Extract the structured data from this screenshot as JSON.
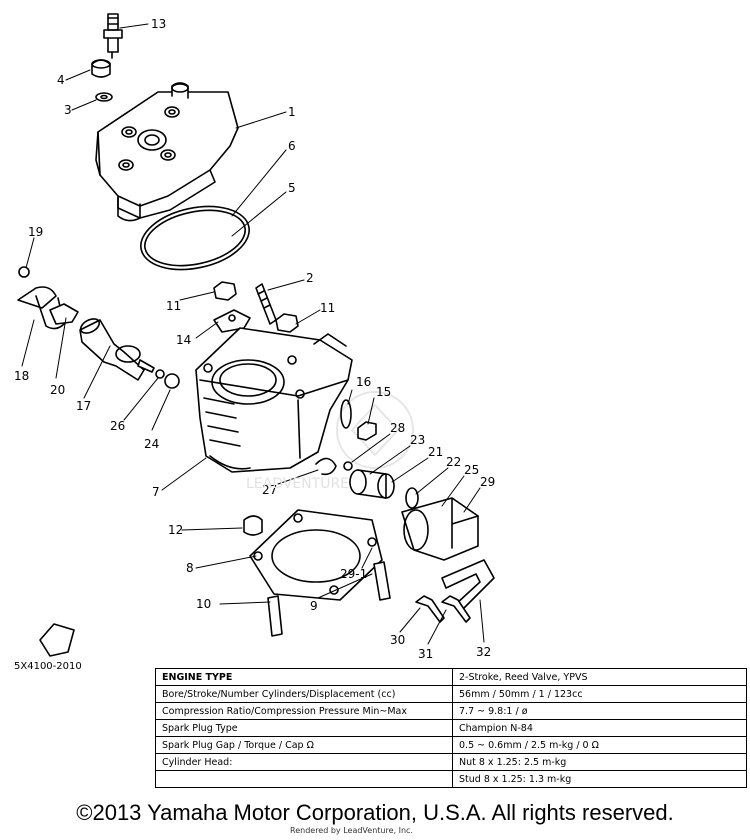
{
  "diagram": {
    "callouts": [
      "13",
      "4",
      "3",
      "1",
      "6",
      "5",
      "19",
      "2",
      "11",
      "11",
      "14",
      "18",
      "20",
      "17",
      "26",
      "24",
      "16",
      "15",
      "28",
      "23",
      "21",
      "22",
      "25",
      "29",
      "27",
      "7",
      "12",
      "8",
      "29-1",
      "9",
      "10",
      "30",
      "31",
      "32"
    ],
    "drawing_code": "5X4100-2010",
    "dealer_watermark": "LEADVENTURE"
  },
  "spec_table": {
    "rows": [
      {
        "label": "ENGINE TYPE",
        "value": "2-Stroke, Reed Valve, YPVS"
      },
      {
        "label": "Bore/Stroke/Number Cylinders/Displacement (cc)",
        "value": "56mm / 50mm / 1 / 123cc"
      },
      {
        "label": "Compression Ratio/Compression Pressure Min~Max",
        "value": "7.7 ~ 9.8:1 / ø"
      },
      {
        "label": "Spark Plug Type",
        "value": "Champion N-84"
      },
      {
        "label": "Spark Plug Gap / Torque / Cap Ω",
        "value": "0.5 ~ 0.6mm / 2.5 m-kg / 0 Ω"
      },
      {
        "label": "Cylinder Head:",
        "value": "Nut   8 x 1.25: 2.5 m-kg"
      },
      {
        "label": "",
        "value": "Stud   8 x 1.25: 1.3 m-kg"
      }
    ]
  },
  "footer": {
    "copyright": "©2013 Yamaha Motor Corporation, U.S.A. All rights reserved.",
    "rendered_by": "Rendered by LeadVenture, Inc."
  }
}
